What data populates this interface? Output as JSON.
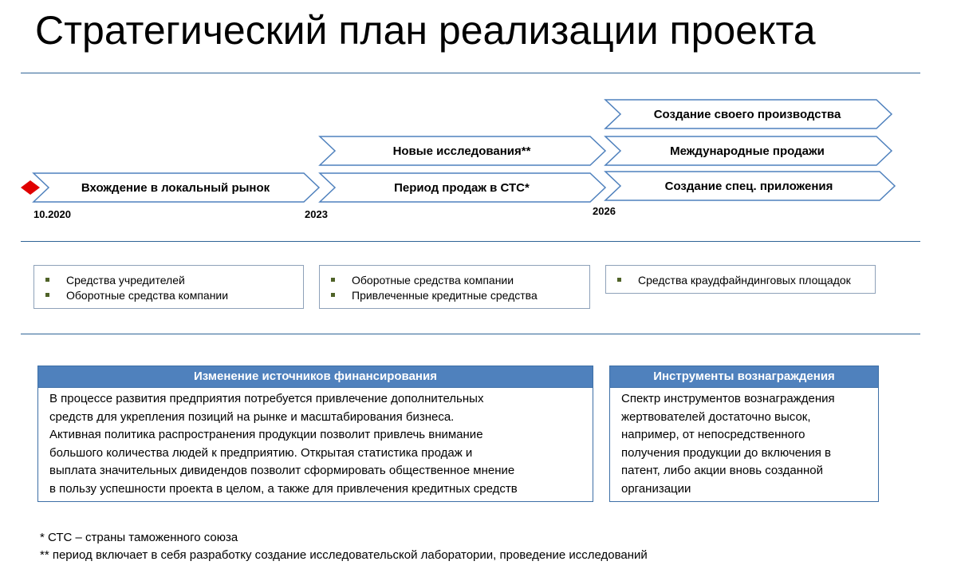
{
  "title": "Стратегический план реализации проекта",
  "timeline": {
    "phases": [
      {
        "label": "Вхождение в локальный рынок"
      },
      {
        "label": "Новые исследования**"
      },
      {
        "label": "Период продаж в СТС*"
      },
      {
        "label": "Создание своего производства"
      },
      {
        "label": "Международные продажи"
      },
      {
        "label": "Создание спец. приложения"
      }
    ],
    "dates": [
      "10.2020",
      "2023",
      "2026"
    ]
  },
  "funding": [
    {
      "items": [
        "Средства учредителей",
        "Оборотные средства компании"
      ]
    },
    {
      "items": [
        "Оборотные средства компании",
        "Привлеченные кредитные средства"
      ]
    },
    {
      "items": [
        "Средства краудфайндинговых площадок"
      ]
    }
  ],
  "panels": {
    "financing": {
      "title": "Изменение источников финансирования",
      "lines": [
        "В процессе развития предприятия потребуется привлечение дополнительных",
        "средств для укрепления позиций на рынке и масштабирования бизнеса.",
        "Активная политика распространения продукции позволит привлечь внимание",
        "большого количества людей к предприятию. Открытая статистика продаж и",
        "выплата значительных дивидендов позволит сформировать общественное мнение",
        "в пользу успешности проекта в целом, а также для привлечения кредитных средств"
      ]
    },
    "rewards": {
      "title": "Инструменты вознаграждения",
      "lines": [
        "Спектр инструментов вознаграждения",
        "жертвователей достаточно высок,",
        "например, от непосредственного",
        "получения продукции до включения в",
        "патент, либо акции вновь созданной",
        "организации"
      ]
    }
  },
  "footnotes": [
    "* СТС – страны таможенного союза",
    "** период включает в себя разработку создание исследовательской лаборатории, проведение исследований"
  ],
  "colors": {
    "accent": "#4f81bd",
    "rule": "#2f6496",
    "chevron_border": "#4f81bd",
    "marker": "#e00000",
    "bullet": "#4f6228"
  }
}
